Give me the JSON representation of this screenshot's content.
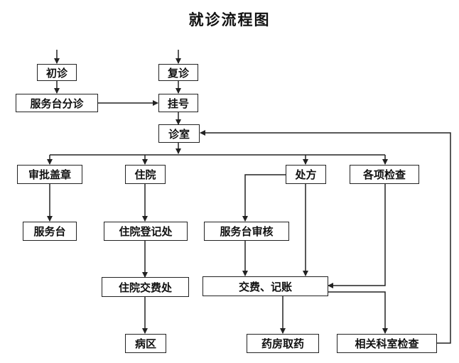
{
  "title": "就诊流程图",
  "nodes": {
    "chuzhen": "初诊",
    "fuzhen": "复诊",
    "fuwutai_fenzhen": "服务台分诊",
    "guahao": "挂号",
    "zhenshi": "诊室",
    "shenpi": "审批盖章",
    "zhuyuan": "住院",
    "chufang": "处方",
    "gexiang_jiancha": "各项检查",
    "fuwutai": "服务台",
    "zhuyuan_dengji": "住院登记处",
    "fuwutai_shenhe": "服务台审核",
    "zhuyuan_jiaofei": "住院交费处",
    "jiaofei_jizhang": "交费、记账",
    "bingqu": "病区",
    "yaofang": "药房取药",
    "xiangguan_jiancha": "相关科室检查"
  }
}
